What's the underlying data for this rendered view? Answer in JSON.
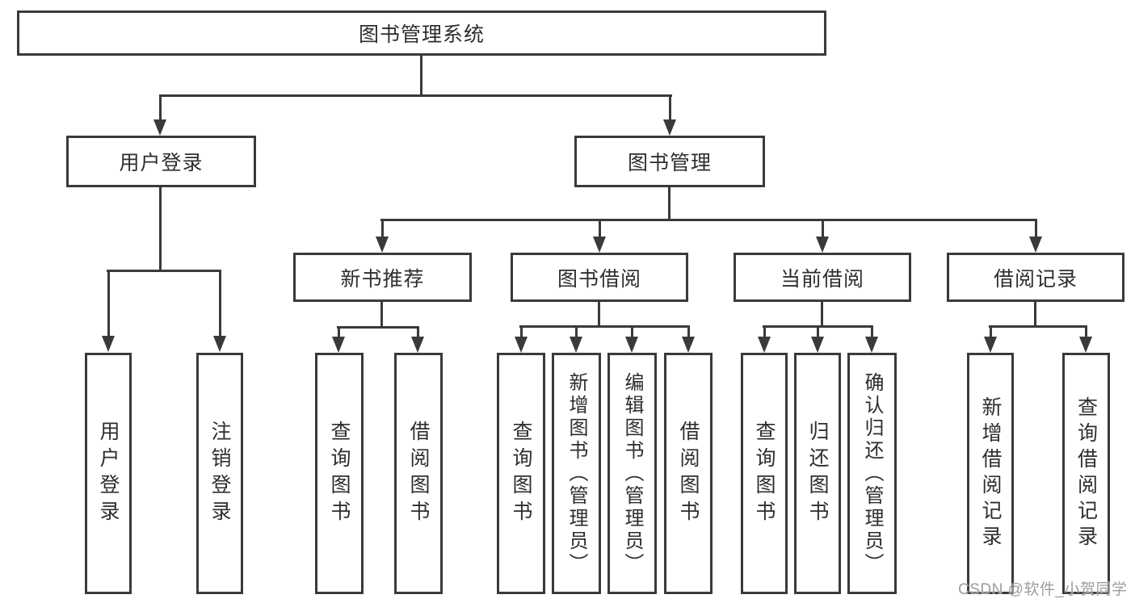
{
  "colors": {
    "line": "#3a3a3a",
    "text": "#2e2e2e",
    "watermark_text": "#9c9c9c",
    "background": "#ffffff"
  },
  "tree": {
    "root": {
      "label": "图书管理系统",
      "children": [
        {
          "label": "用户登录",
          "children": [
            {
              "label": "用户登录"
            },
            {
              "label": "注销登录"
            }
          ]
        },
        {
          "label": "图书管理",
          "children": [
            {
              "label": "新书推荐",
              "children": [
                {
                  "label": "查询图书"
                },
                {
                  "label": "借阅图书"
                }
              ]
            },
            {
              "label": "图书借阅",
              "children": [
                {
                  "label": "查询图书"
                },
                {
                  "label": "新增图书（管理员）"
                },
                {
                  "label": "编辑图书（管理员）"
                },
                {
                  "label": "借阅图书"
                }
              ]
            },
            {
              "label": "当前借阅",
              "children": [
                {
                  "label": "查询图书"
                },
                {
                  "label": "归还图书"
                },
                {
                  "label": "确认归还（管理员）"
                }
              ]
            },
            {
              "label": "借阅记录",
              "children": [
                {
                  "label": "新增借阅记录"
                },
                {
                  "label": "查询借阅记录"
                }
              ]
            }
          ]
        }
      ]
    }
  },
  "watermark": {
    "text": "CSDN @软件_小贺同学"
  }
}
